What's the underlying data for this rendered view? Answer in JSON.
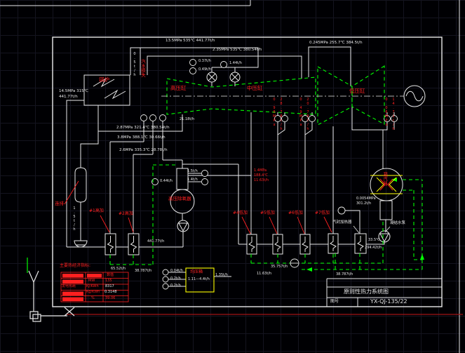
{
  "colors": {
    "accent_red": "#ff2020",
    "pipe_white": "#e9e9e9",
    "turbine_green": "#00ff00",
    "condenser_yellow": "#ffff00",
    "background": "#000003"
  },
  "title_block": {
    "project_title": "原则性热力系统图",
    "no_label": "图号",
    "drawing_no": "YX-QJ-135/22"
  },
  "indicators": {
    "title": "主要热经济指标:",
    "value_header": "数值",
    "rows": [
      {
        "name": "",
        "unit": "MW",
        "value": "135"
      },
      {
        "name": "发电热耗",
        "unit": "KJ/KWh",
        "value": "8317"
      },
      {
        "name": "",
        "unit": "Kg/KWh",
        "value": "0.3148"
      },
      {
        "name": "",
        "unit": "%",
        "value": "39.06"
      }
    ]
  },
  "components": {
    "boiler": "锅炉",
    "hp": "高压缸",
    "ip": "中压缸",
    "lp": "低压缸",
    "condenser": "凝汽器",
    "deaerator": "高压除氧器",
    "blowdown": "连排",
    "loss": "汽水损失",
    "h1": "#1高加",
    "h2": "#2高加",
    "h4": "#4低加",
    "h5": "#5低加",
    "h6": "#6低加",
    "h7": "#7低加",
    "gland_heater": "汽封加热器",
    "cond_pump": "凝结水泵",
    "eq_box": "均压箱"
  },
  "flows": {
    "main_steam": "13.5MPa 535℃ 441.77t/h",
    "hot_reheat": "2.35MPa 535℃ 380.54t/h",
    "crossover": "0.245MPa 255.7℃ 384.5t/h",
    "hp_exhaust": "2.87MPa 321.4℃ 380.54t/h",
    "ext1": "3.8MPa 388.1℃ 30.66t/h",
    "ext2": "2.6MPa 335.3℃ 28.78t/h",
    "fw_press": "14.5MPa 315℃",
    "fw_flow": "441.77t/h",
    "loss_flow": "0.5t/h",
    "blowdown_flow": "1.5t/h",
    "inst1": "0.37t/h",
    "inst2": "0.49t/h",
    "inst3": "1.44t/h",
    "gland_leak": "21.18t/h",
    "extA1": "0.98MPa",
    "extA2": "28.78t/h",
    "extB1": "0.49MPa",
    "extB2": "20.79t/h",
    "extC1": "0.06MPa",
    "extC2": "14.71t/h",
    "deaer_p": "1.4MPa",
    "deaer_t": "188.4℃",
    "deaer_f": "11.63t/h",
    "vent1": "1.5t/h",
    "vent2": "1.4t/h",
    "f_meter": "0.44t/h",
    "fw_total": "441.77t/h",
    "cond_press": "0.0054MPa",
    "cond_flow": "301.2t/h",
    "cond_t": "33.5℃",
    "cond_out": "294.42t/h",
    "drain_hp1": "65.52t/h",
    "drain_hp2": "38.787t/h",
    "drain_lp1": "11.63t/h",
    "drain_lp2": "38.787t/h",
    "drain_lp3": "35.757t/h",
    "gl1": "0.04t/h",
    "gl2": "0.2t/h",
    "gl3": "0.2t/h",
    "eq_range": "1.11—4.4t/h",
    "eq_out": "1.35t/h"
  }
}
